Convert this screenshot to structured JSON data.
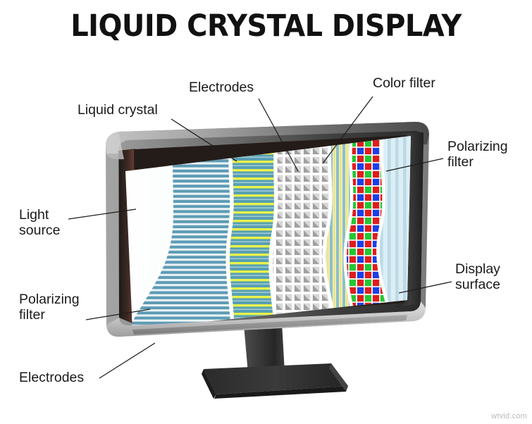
{
  "title": "LIQUID CRYSTAL DISPLAY",
  "watermark": "wtvid.com",
  "labels": {
    "liquid_crystal": "Liquid crystal",
    "electrodes_top": "Electrodes",
    "color_filter": "Color filter",
    "polarizing_filter_right": "Polarizing\nfilter",
    "display_surface": "Display\nsurface",
    "light_source": "Light\nsource",
    "polarizing_filter_left": "Polarizing\nfilter",
    "electrodes_bottom": "Electrodes"
  },
  "colors": {
    "background": "#ffffff",
    "title_text": "#111111",
    "label_text": "#1a1a1a",
    "leader_line": "#1d1d1d",
    "watermark_text": "#b9b9b9",
    "bezel_outer_light": "#b8b8b8",
    "bezel_outer_mid": "#8f8f8f",
    "bezel_inner_dark": "#2a2320",
    "bezel_brown": "#5a3a30",
    "bezel_black": "#1b1b1b",
    "bezel_bottom_gray": "#c9c9c9",
    "stand_neck": "#3a3a3a",
    "stand_base": "#2e2e2e",
    "layer_light_source": "#eef6f8",
    "layer_polarizer_blue": "#6fa6bd",
    "layer_polarizer_stripe": "#ffffff",
    "layer_electrode_teal": "#5a9fb0",
    "layer_electrode_yellow": "#e8ef45",
    "layer_liquid_crystal_mesh": "#d9d9d9",
    "layer_liquid_crystal_shadow": "#9a9a9a",
    "layer_vertical_yellow": "#efe8a8",
    "layer_vertical_teal": "#7fb8c4",
    "color_filter_red": "#e02020",
    "color_filter_green": "#2fcc3a",
    "color_filter_blue": "#2040e8",
    "layer_front_polarizer": "#cfe4ee",
    "layer_display_surface": "#b8e2ef"
  },
  "diagram": {
    "type": "exploded-layer-diagram",
    "subject": "LCD monitor cutaway",
    "layer_order_front_to_back": [
      "Display surface",
      "Polarizing filter",
      "Color filter",
      "Electrodes",
      "Liquid crystal",
      "Electrodes",
      "Polarizing filter",
      "Light source"
    ]
  }
}
